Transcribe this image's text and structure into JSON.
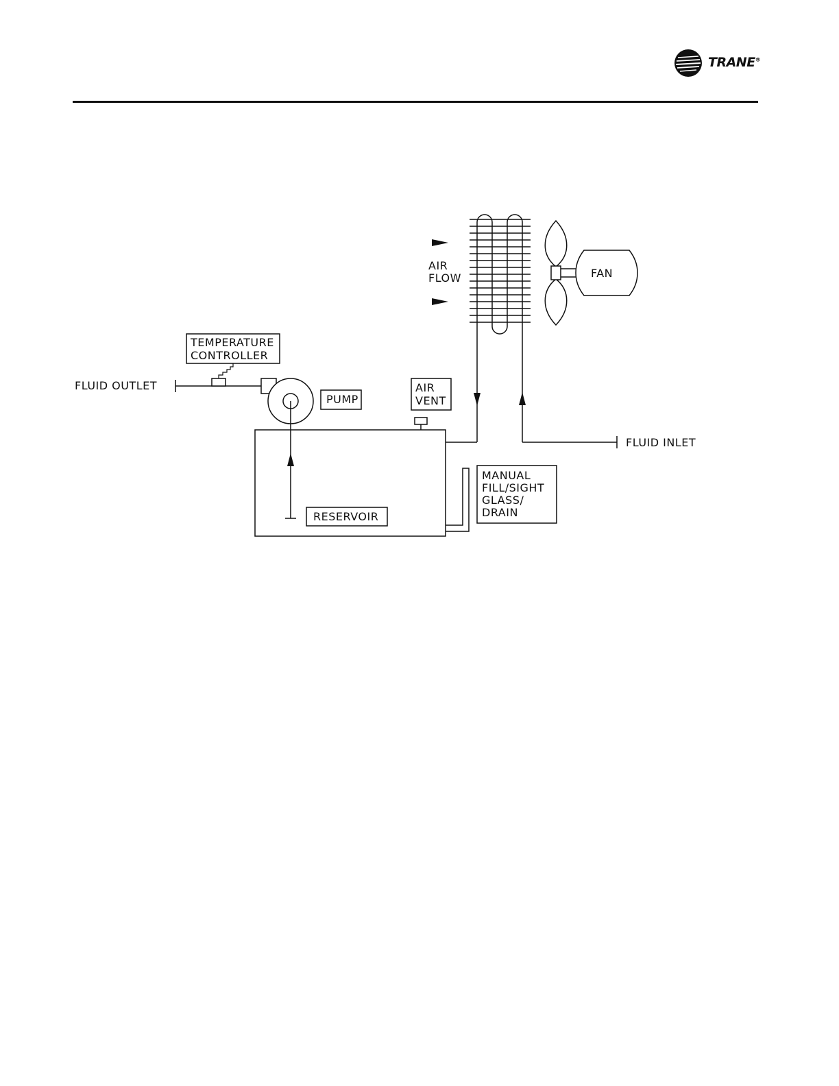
{
  "header": {
    "brand_text": "TRANE",
    "brand_registered": "®"
  },
  "diagram": {
    "labels": {
      "air_flow_line1": "AIR",
      "air_flow_line2": "FLOW",
      "fan": "FAN",
      "temp_controller_line1": "TEMPERATURE",
      "temp_controller_line2": "CONTROLLER",
      "fluid_outlet": "FLUID OUTLET",
      "pump": "PUMP",
      "air_vent_line1": "AIR",
      "air_vent_line2": "VENT",
      "fluid_inlet": "FLUID INLET",
      "manual_line1": "MANUAL",
      "manual_line2": "FILL/SIGHT",
      "manual_line3": "GLASS/",
      "manual_line4": "DRAIN",
      "reservoir": "RESERVOIR"
    }
  }
}
